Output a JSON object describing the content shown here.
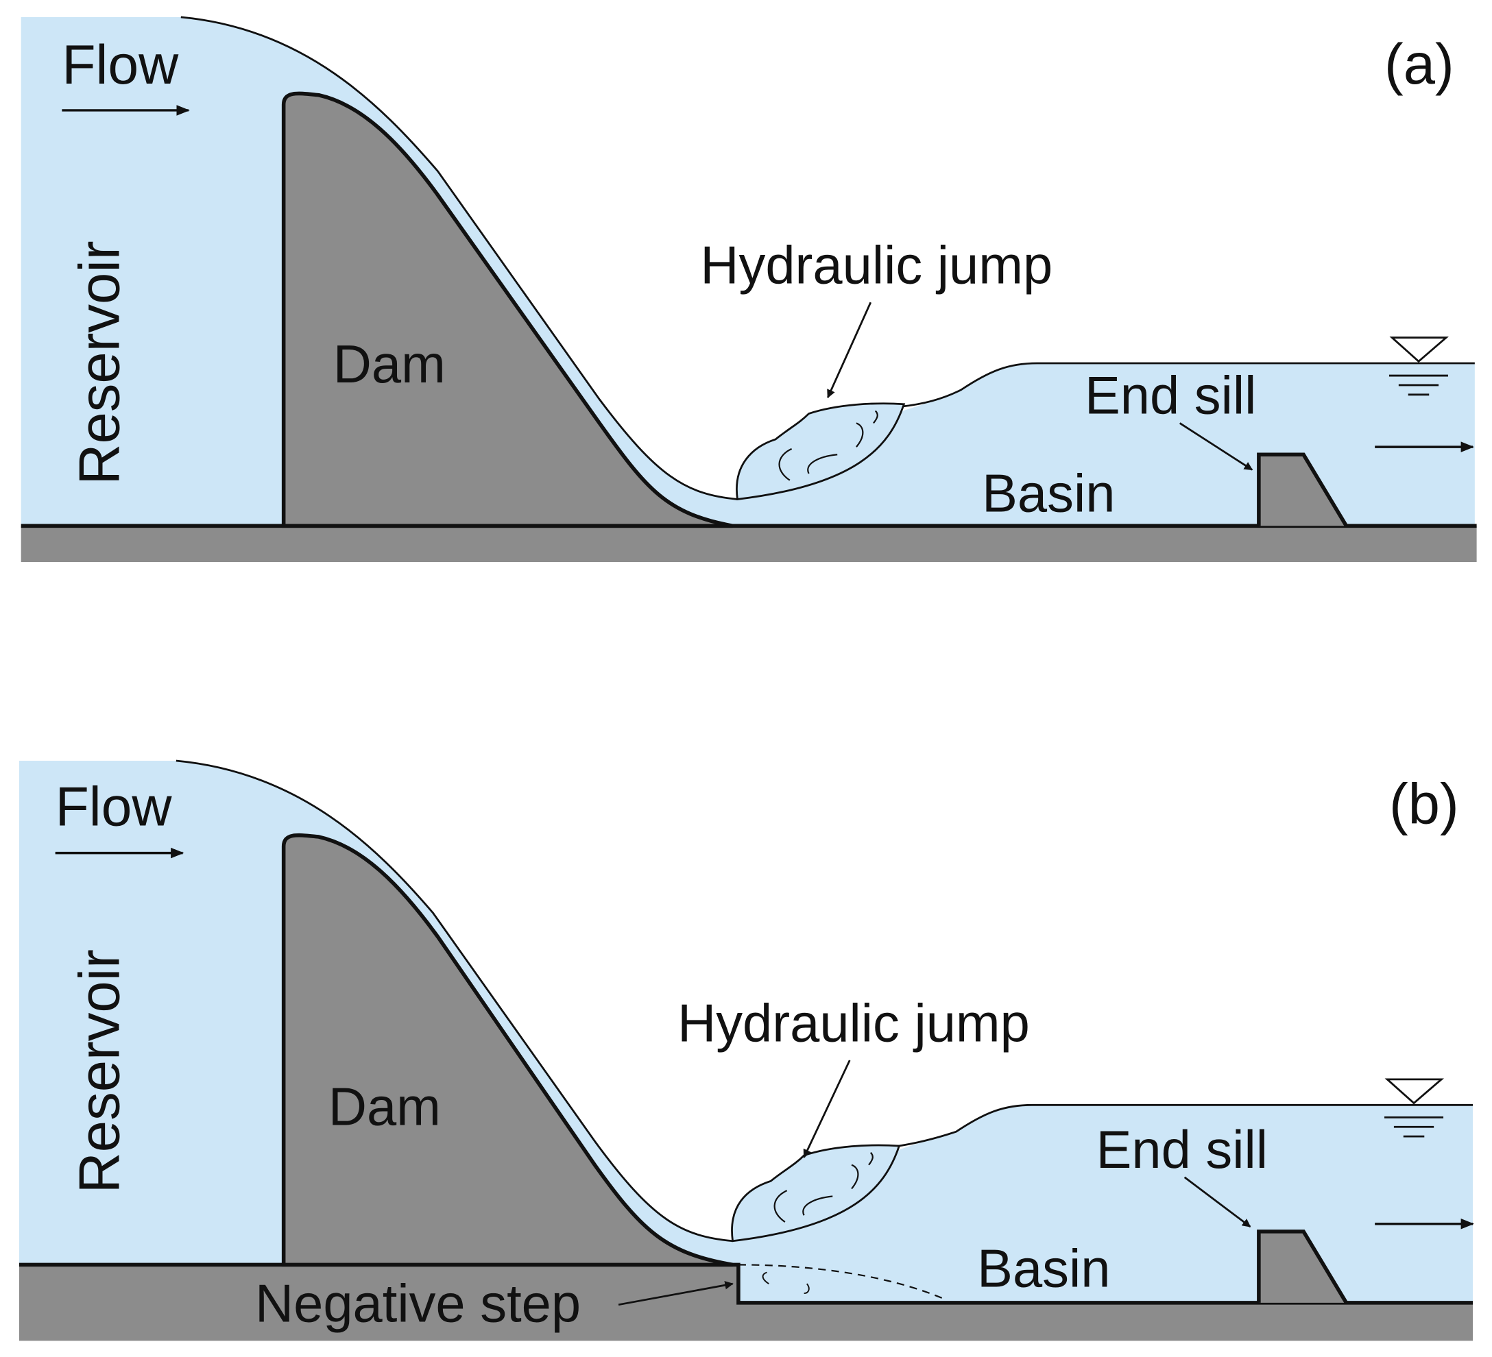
{
  "colors": {
    "water": "#cde6f7",
    "concrete": "#8c8c8c",
    "line": "#111111",
    "background": "#ffffff"
  },
  "panel_a": {
    "tag": "(a)",
    "labels": {
      "flow": "Flow",
      "reservoir": "Reservoir",
      "dam": "Dam",
      "hydraulic_jump": "Hydraulic jump",
      "end_sill": "End sill",
      "basin": "Basin"
    }
  },
  "panel_b": {
    "tag": "(b)",
    "labels": {
      "flow": "Flow",
      "reservoir": "Reservoir",
      "dam": "Dam",
      "hydraulic_jump": "Hydraulic jump",
      "end_sill": "End sill",
      "basin": "Basin",
      "negative_step": "Negative step"
    }
  },
  "icons": {
    "flow_arrow": "arrow-right-icon",
    "water_level": "water-level-triangle-icon"
  }
}
